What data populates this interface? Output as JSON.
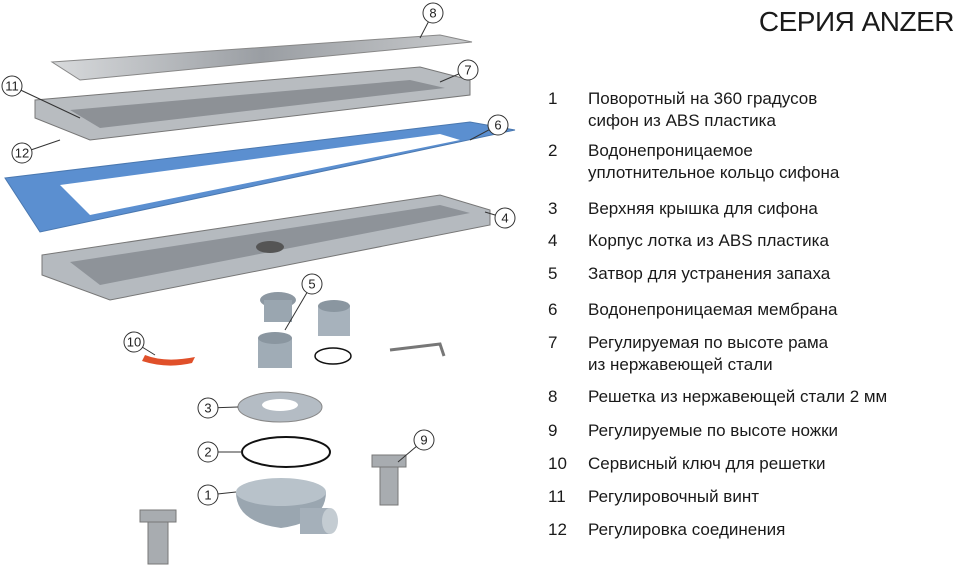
{
  "title": "СЕРИЯ ANZER",
  "items": [
    {
      "num": "1",
      "text": "Поворотный на 360 градусов\nсифон из ABS пластика"
    },
    {
      "num": "2",
      "text": "Водонепроницаемое\nуплотнительное кольцо сифона"
    },
    {
      "num": "3",
      "text": "Верхняя крышка для сифона"
    },
    {
      "num": "4",
      "text": "Корпус лотка из ABS пластика"
    },
    {
      "num": "5",
      "text": "Затвор для устранения запаха"
    },
    {
      "num": "6",
      "text": "Водонепроницаемая мембрана"
    },
    {
      "num": "7",
      "text": "Регулируемая по высоте рама\nиз нержавеющей стали"
    },
    {
      "num": "8",
      "text": "Решетка из нержавеющей стали 2 мм"
    },
    {
      "num": "9",
      "text": "Регулируемые по высоте ножки"
    },
    {
      "num": "10",
      "text": "Сервисный ключ для решетки"
    },
    {
      "num": "11",
      "text": "Регулировочный винт"
    },
    {
      "num": "12",
      "text": "Регулировка соединения"
    }
  ],
  "callouts": [
    "8",
    "7",
    "11",
    "6",
    "12",
    "4",
    "5",
    "10",
    "3",
    "2",
    "9",
    "1"
  ],
  "colors": {
    "membrane": "#5b8fd0",
    "steel": "#a9adb2",
    "plastic": "#9aa6b0",
    "key": "#e0502a"
  }
}
